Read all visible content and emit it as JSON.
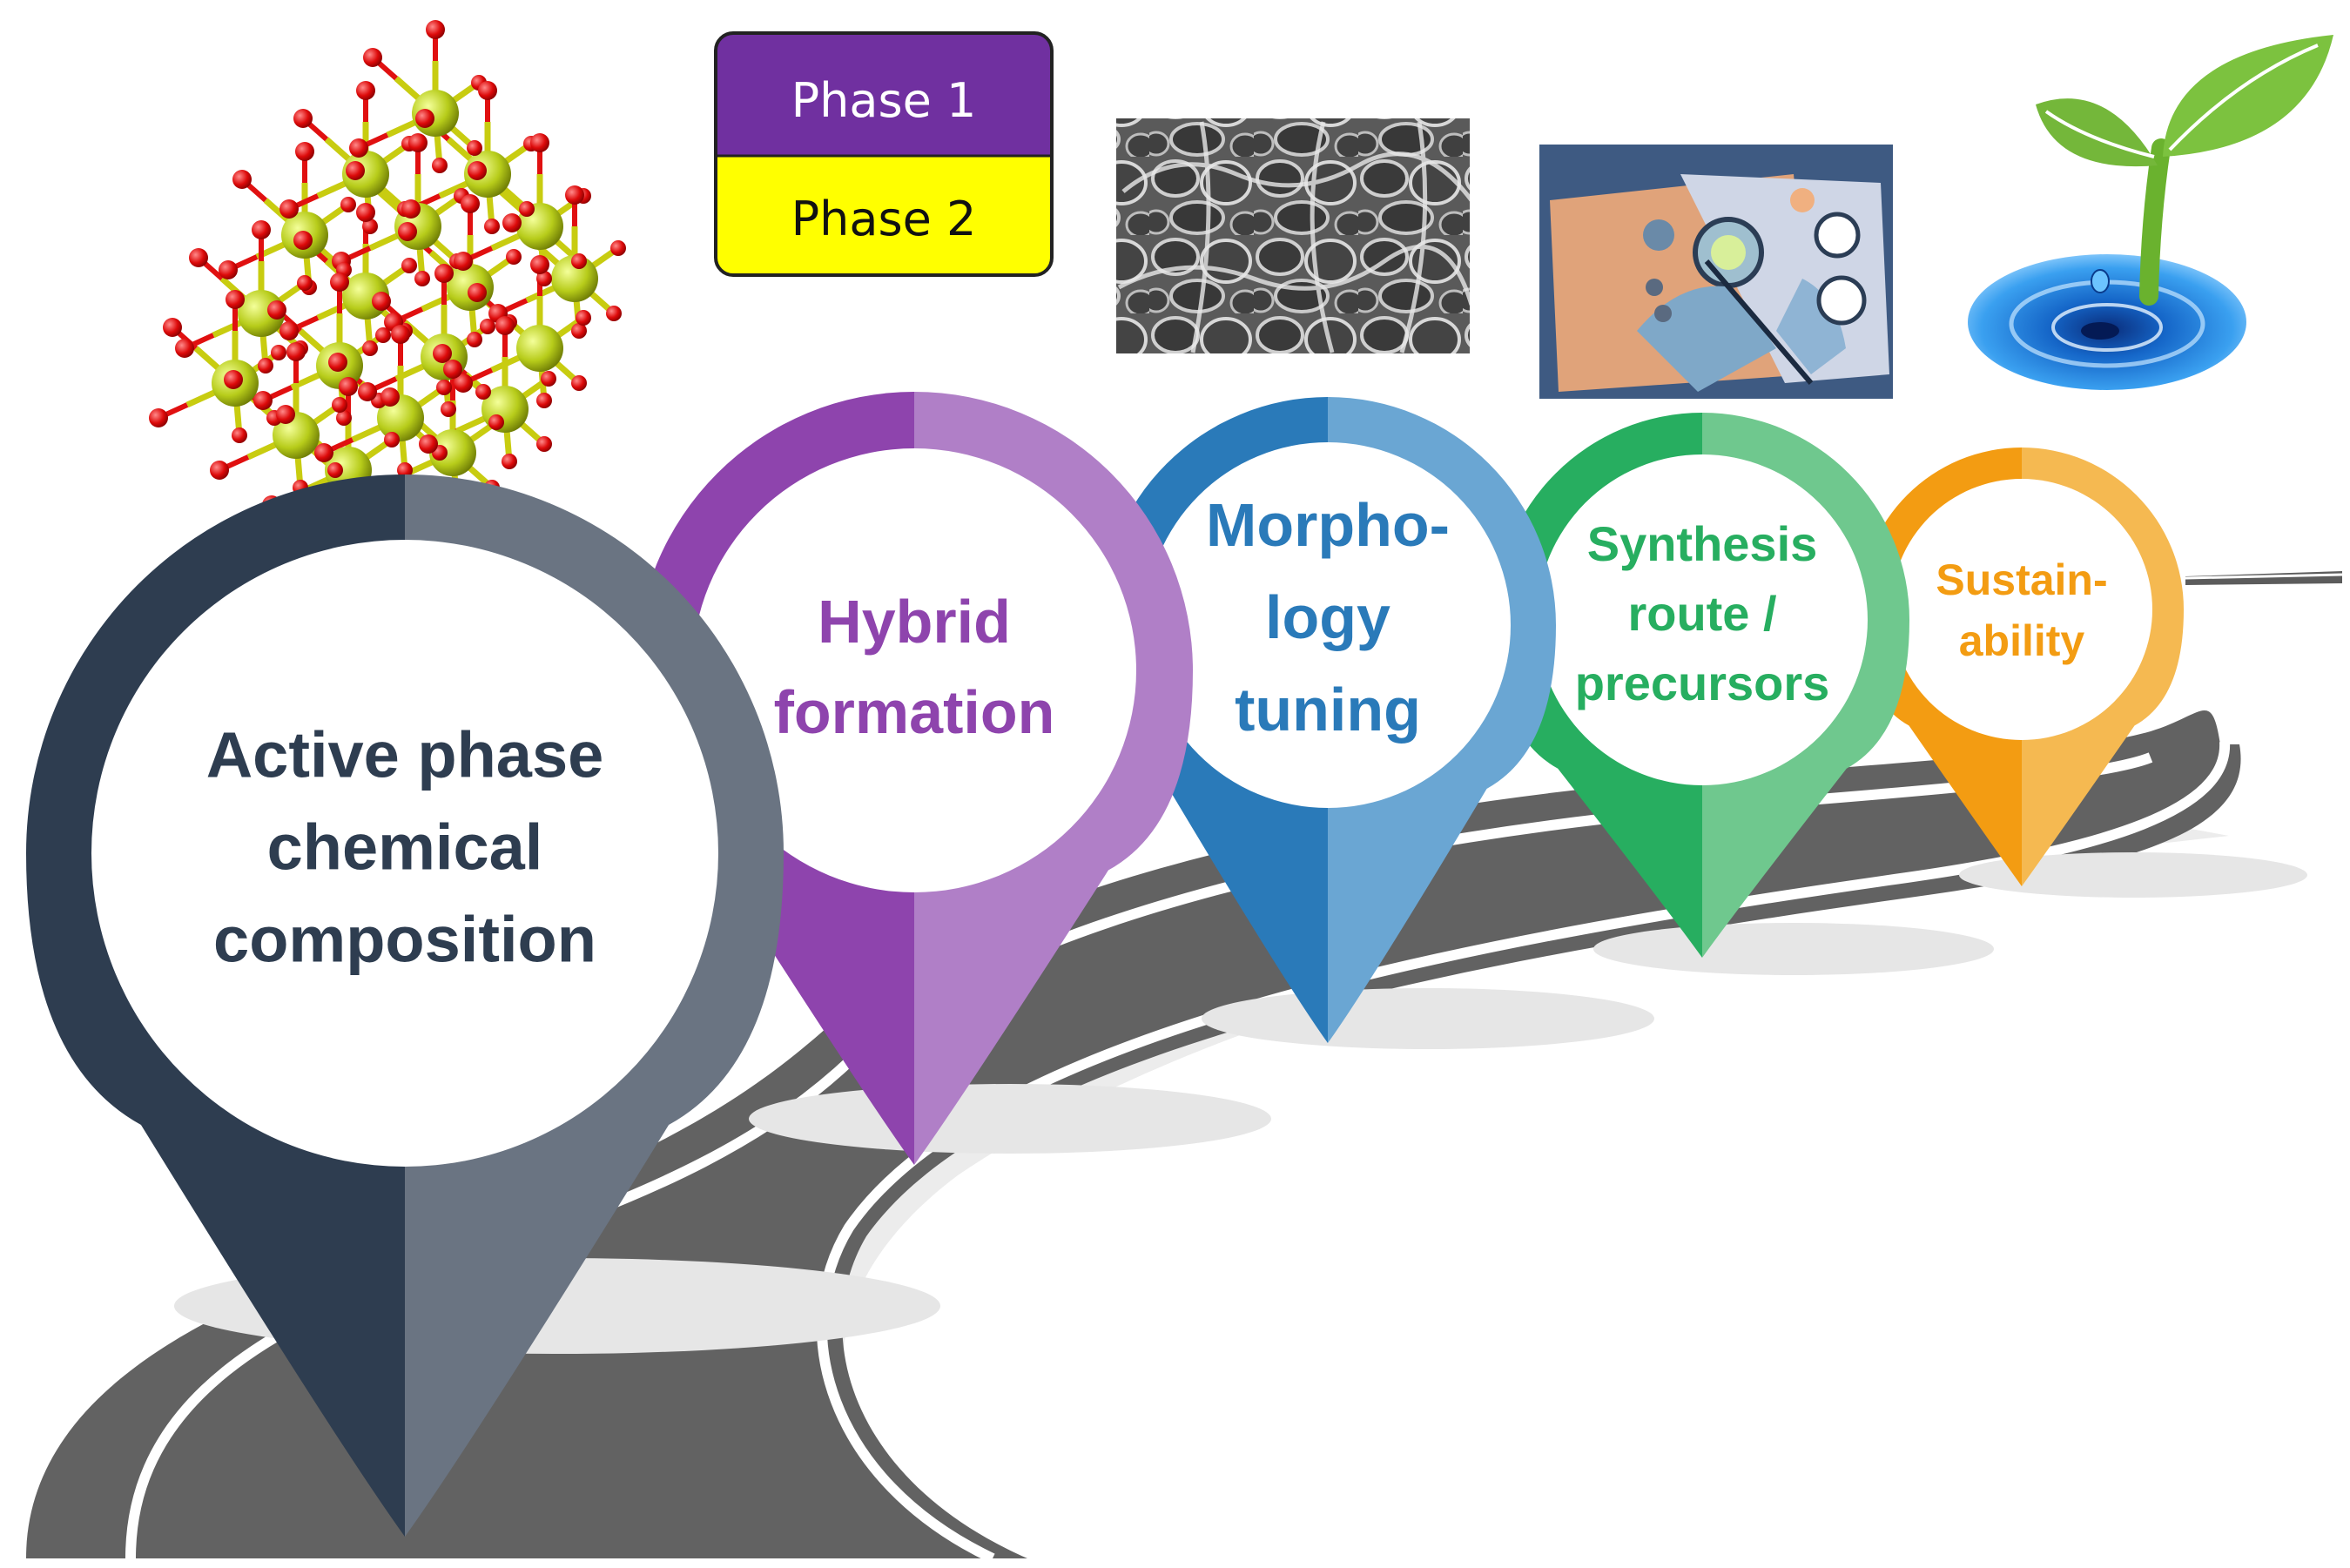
{
  "colors": {
    "road": "#626262",
    "road_edge": "#4a4a4a",
    "road_line": "#ffffff",
    "shadow": "#e4e4e4",
    "phase1": "#7030a0",
    "phase2": "#ffff00"
  },
  "phase_box": {
    "phase1_label": "Phase 1",
    "phase2_label": "Phase 2"
  },
  "markers": [
    {
      "key": "composition",
      "lines": [
        "Active phase",
        "chemical",
        "composition"
      ],
      "dark": "#2e3d50",
      "light": "#6a7482",
      "text": "#2e3d50"
    },
    {
      "key": "hybrid",
      "lines": [
        "Hybrid",
        "formation"
      ],
      "dark": "#8e44ad",
      "light": "#b07fc7",
      "text": "#8e44ad"
    },
    {
      "key": "morphology",
      "lines": [
        "Morpho-",
        "logy",
        "tuning"
      ],
      "dark": "#2a7ab9",
      "light": "#6aa6d3",
      "text": "#2a7ab9"
    },
    {
      "key": "synthesis",
      "lines": [
        "Synthesis",
        "route /",
        "precursors"
      ],
      "dark": "#27ae60",
      "light": "#6fc88e",
      "text": "#27ae60"
    },
    {
      "key": "sustainability",
      "lines": [
        "Sustain-",
        "ability"
      ],
      "dark": "#f39c12",
      "light": "#f5b951",
      "text": "#f39c12"
    }
  ],
  "icons": [
    "crystal-structure-icon",
    "porous-foam-micrograph-icon",
    "lab-synthesis-illustration-icon",
    "sprout-water-drop-icon"
  ]
}
